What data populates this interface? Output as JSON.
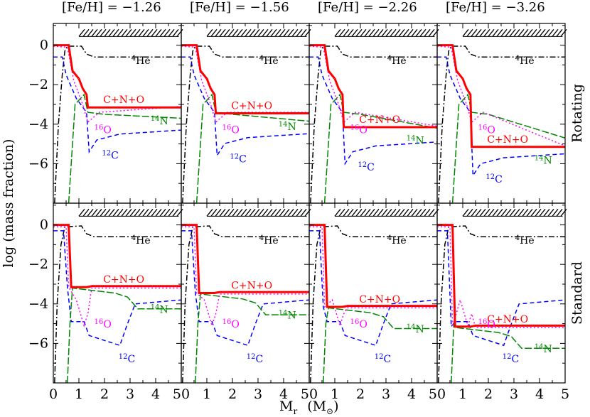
{
  "columns": [
    {
      "label": "[Fe/H] = −1.26",
      "cno_rot": -3.15,
      "cno_std": -3.15
    },
    {
      "label": "[Fe/H] = −1.56",
      "cno_rot": -3.45,
      "cno_std": -3.45
    },
    {
      "label": "[Fe/H] = −2.26",
      "cno_rot": -4.15,
      "cno_std": -4.15
    },
    {
      "label": "[Fe/H] = −3.26",
      "cno_rot": -5.15,
      "cno_std": -5.15
    }
  ],
  "rows": [
    {
      "label": "Rotating"
    },
    {
      "label": "Standard"
    }
  ],
  "xlabel": "M",
  "xlabel_sub": "r",
  "xlabel_unit": "(M",
  "xlabel_unit_sub": "⊙",
  "xlabel_unit_close": ")",
  "ylabel": "log (mass fraction)",
  "annotations": {
    "cno": "C+N+O",
    "he4_num": "4",
    "he4_sym": "He",
    "o16_num": "16",
    "o16_sym": "O",
    "n14_num": "14",
    "n14_sym": "N",
    "c12_num": "12",
    "c12_sym": "C"
  },
  "colors": {
    "cno": "#ff0000",
    "he4": "#000000",
    "o16": "#ff00ff",
    "n14": "#008800",
    "c12": "#0000ff",
    "hatch": "#000000"
  },
  "chart_data": {
    "type": "line",
    "x_axis": {
      "label": "Mr (M⊙)",
      "lim": [
        0,
        5
      ],
      "ticks": [
        0,
        1,
        2,
        3,
        4,
        5
      ]
    },
    "y_axis": {
      "label": "log (mass fraction)",
      "lim": [
        -8,
        1.1
      ],
      "ticks": [
        0,
        -2,
        -4,
        -6
      ]
    },
    "series_names": [
      "4He",
      "C+N+O",
      "16O",
      "14N",
      "12C"
    ],
    "panels": [
      {
        "row": "Rotating",
        "col": "[Fe/H] = −1.26",
        "cno_plateau": -3.15
      },
      {
        "row": "Rotating",
        "col": "[Fe/H] = −1.56",
        "cno_plateau": -3.45
      },
      {
        "row": "Rotating",
        "col": "[Fe/H] = −2.26",
        "cno_plateau": -4.15
      },
      {
        "row": "Rotating",
        "col": "[Fe/H] = −3.26",
        "cno_plateau": -5.15
      },
      {
        "row": "Standard",
        "col": "[Fe/H] = −1.26",
        "cno_plateau": -3.15
      },
      {
        "row": "Standard",
        "col": "[Fe/H] = −1.56",
        "cno_plateau": -3.45
      },
      {
        "row": "Standard",
        "col": "[Fe/H] = −2.26",
        "cno_plateau": -4.15
      },
      {
        "row": "Standard",
        "col": "[Fe/H] = −3.26",
        "cno_plateau": -5.15
      }
    ]
  }
}
